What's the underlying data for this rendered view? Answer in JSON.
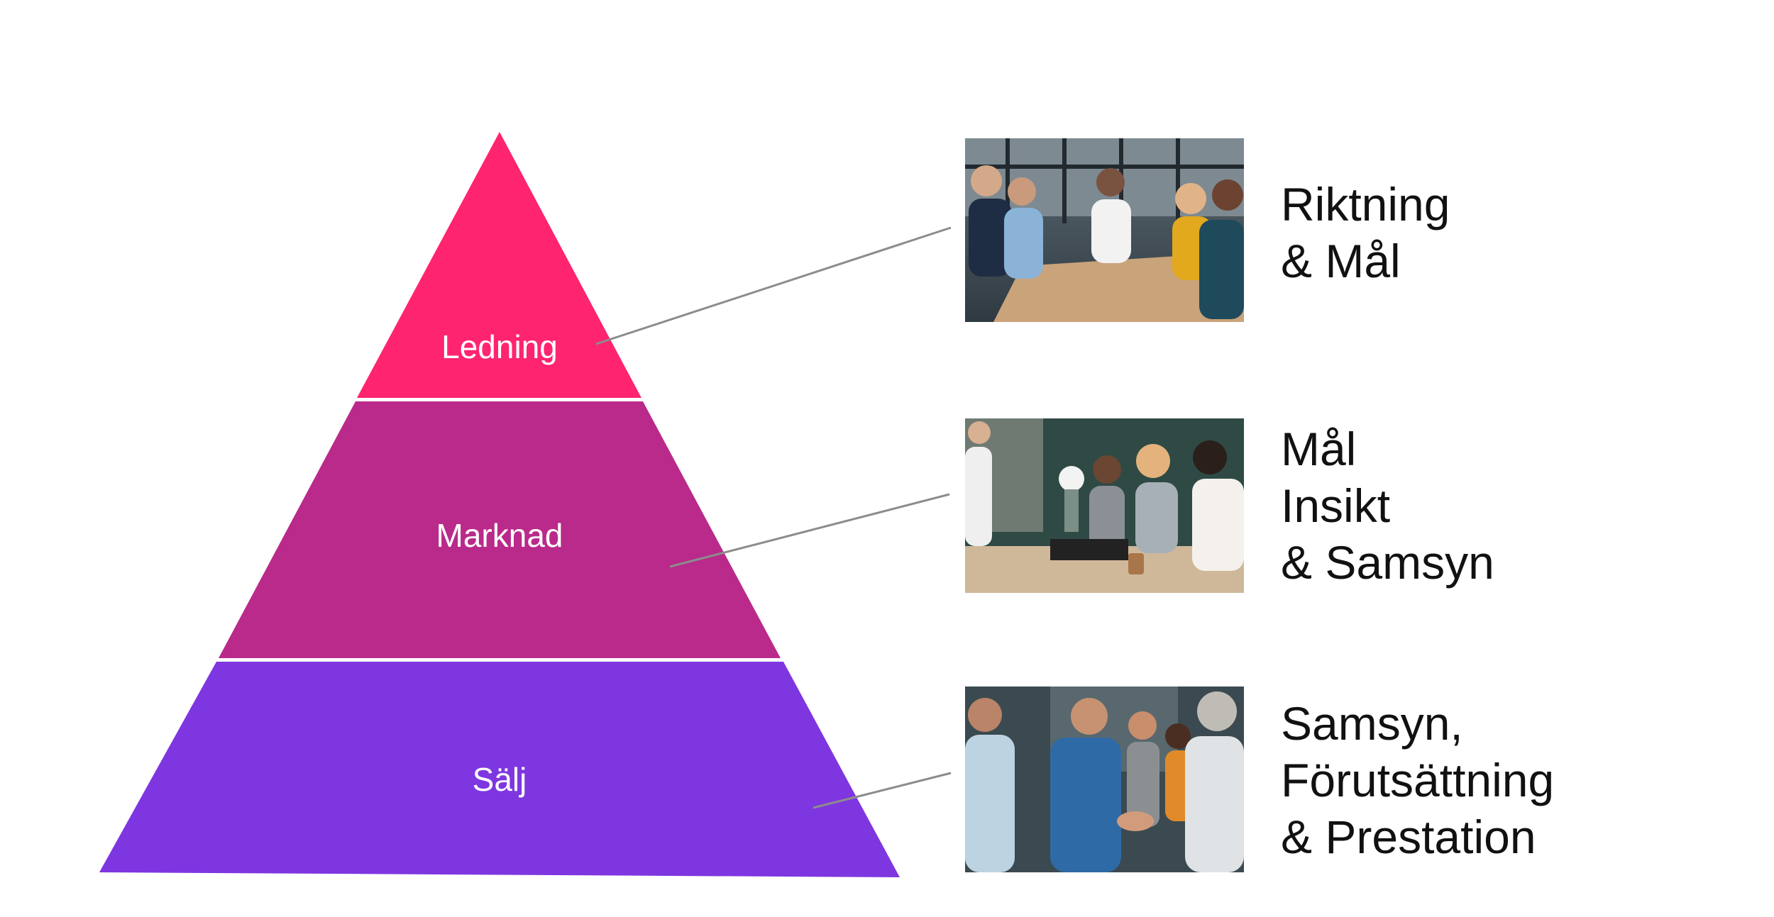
{
  "colors": {
    "tier_top": "#FF2470",
    "tier_middle": "#B92A8A",
    "tier_bottom": "#7E36E0",
    "separator": "#FFFFFF",
    "connector": "#8C8C8C",
    "description_text": "#111111"
  },
  "pyramid": {
    "tiers": [
      {
        "label": "Ledning"
      },
      {
        "label": "Marknad"
      },
      {
        "label": "Sälj"
      }
    ]
  },
  "descriptions": [
    {
      "lines": [
        "Riktning",
        "& Mål"
      ]
    },
    {
      "lines": [
        "Mål",
        "Insikt",
        "& Samsyn"
      ]
    },
    {
      "lines": [
        "Samsyn,",
        "Förutsättning",
        "& Prestation"
      ]
    }
  ],
  "photos": [
    {
      "icon": "meeting-photo"
    },
    {
      "icon": "discussion-photo"
    },
    {
      "icon": "handshake-photo"
    }
  ]
}
